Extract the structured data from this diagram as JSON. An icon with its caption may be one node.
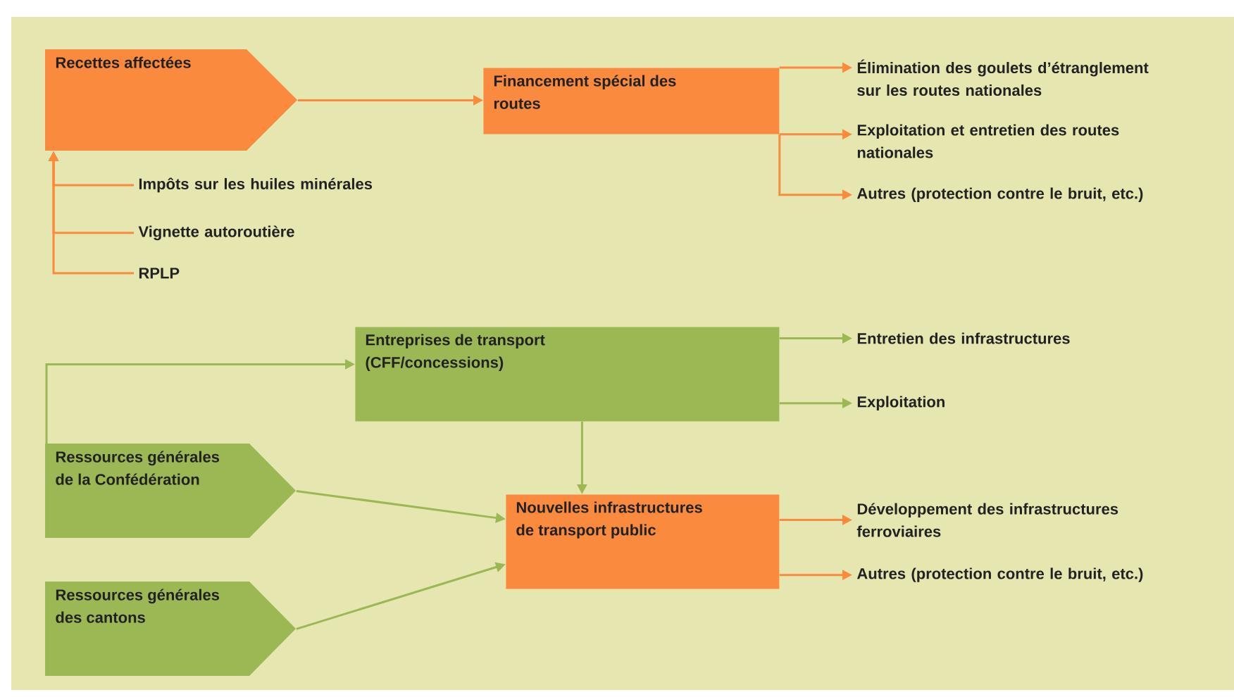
{
  "diagram": {
    "nodes": [
      {
        "text": [
          "Recettes affectées"
        ]
      },
      {
        "text": [
          "Financement spécial des routes"
        ]
      },
      {
        "text": [
          "Élimination des goulets d’étranglement sur les routes nationales"
        ]
      },
      {
        "text": [
          "Exploitation et entretien des routes nationales"
        ]
      },
      {
        "text": [
          "Autres (protection contre le bruit, etc.)"
        ]
      },
      {
        "text": [
          "Impôts sur les huiles minérales"
        ]
      },
      {
        "text": [
          "Vignette autoroutière"
        ]
      },
      {
        "text": [
          "RPLP"
        ]
      },
      {
        "text": [
          "Entreprises de transport (CFF/concessions)"
        ]
      },
      {
        "text": [
          "Entretien des infrastructures"
        ]
      },
      {
        "text": [
          "Exploitation"
        ]
      },
      {
        "text": [
          "Ressources générales de la Confédération"
        ]
      },
      {
        "text": [
          "Nouvelles infrastructures de transport public"
        ]
      },
      {
        "text": [
          "Développement des infrastructures ferroviaires"
        ]
      },
      {
        "text": [
          "Autres (protection contre le bruit, etc.)"
        ]
      },
      {
        "text": [
          "Ressources générales des cantons"
        ]
      }
    ],
    "edges": [
      {
        "from": 0,
        "to": 1,
        "arrow": "to"
      },
      {
        "from": 1,
        "to": 2,
        "arrow": "to"
      },
      {
        "from": 1,
        "to": 3,
        "arrow": "to"
      },
      {
        "from": 1,
        "to": 4,
        "arrow": "to"
      },
      {
        "from": 5,
        "to": 0,
        "arrow": "to"
      },
      {
        "from": 6,
        "to": 0,
        "arrow": "to"
      },
      {
        "from": 7,
        "to": 0,
        "arrow": "to"
      },
      {
        "from": 11,
        "to": 8,
        "arrow": "to",
        "color": "#9cb854"
      },
      {
        "from": 8,
        "to": 9,
        "arrow": "to",
        "color": "#9cb854"
      },
      {
        "from": 8,
        "to": 10,
        "arrow": "to",
        "color": "#9cb854"
      },
      {
        "from": 8,
        "to": 12,
        "arrow": "to",
        "color": "#9cb854"
      },
      {
        "from": 11,
        "to": 12,
        "arrow": "to",
        "color": "#9cb854"
      },
      {
        "from": 15,
        "to": 12,
        "arrow": "to",
        "color": "#9cb854"
      },
      {
        "from": 12,
        "to": 13,
        "arrow": "to"
      },
      {
        "from": 12,
        "to": 14,
        "arrow": "to"
      }
    ]
  }
}
